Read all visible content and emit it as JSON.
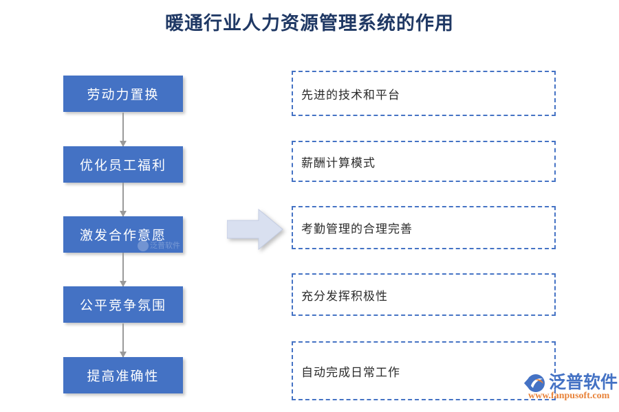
{
  "title": "暖通行业人力资源管理系统的作用",
  "colors": {
    "title_text": "#1F3864",
    "process_box_fill": "#4472C4",
    "process_box_text": "#FFFFFF",
    "note_box_border": "#4472C4",
    "note_box_text": "#2B2B2B",
    "connector": "#9A9A9A",
    "big_arrow_fill": "#D9E0F0",
    "big_arrow_border": "#C3CCE2",
    "logo_name": "#4472C4",
    "logo_url": "#E8833A"
  },
  "flow": {
    "boxes": [
      {
        "label": "劳动力置换"
      },
      {
        "label": "优化员工福利"
      },
      {
        "label": "激发合作意愿"
      },
      {
        "label": "公平竞争氛围"
      },
      {
        "label": "提高准确性"
      }
    ]
  },
  "notes": {
    "boxes": [
      {
        "label": "先进的技术和平台"
      },
      {
        "label": "薪酬计算模式"
      },
      {
        "label": "考勤管理的合理完善"
      },
      {
        "label": "充分发挥积极性"
      },
      {
        "label": "自动完成日常工作"
      }
    ]
  },
  "watermarks": {
    "inline": {
      "text": "泛普软件"
    },
    "logo": {
      "name": "泛普软件",
      "url": "www.fanpusoft.com"
    }
  }
}
